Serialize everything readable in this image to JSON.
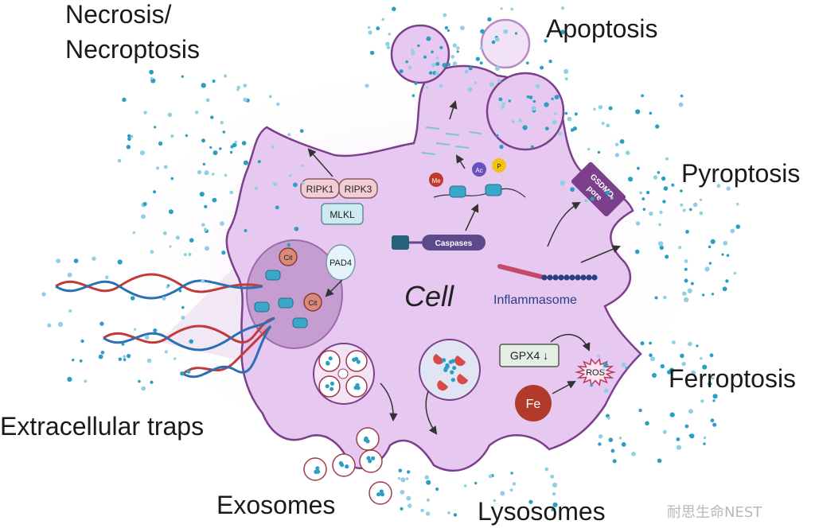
{
  "labels": {
    "necrosis_line1": "Necrosis/",
    "necrosis_line2": "Necroptosis",
    "apoptosis": "Apoptosis",
    "pyroptosis": "Pyroptosis",
    "ferroptosis": "Ferroptosis",
    "extracellular_traps": "Extracellular traps",
    "exosomes": "Exosomes",
    "lysosomes": "Lysosomes",
    "cell": "Cell"
  },
  "molecules": {
    "ripk1": "RIPK1",
    "ripk3": "RIPK3",
    "mlkl": "MLKL",
    "caspases": "Caspases",
    "pad4": "PAD4",
    "cit": "Cit",
    "gsdmd_line1": "GSDMD",
    "gsdmd_line2": "pore",
    "inflammasome": "Inflammasome",
    "gpx4": "GPX4 ↓",
    "ros": "ROS",
    "fe": "Fe",
    "me": "Me",
    "ac": "Ac",
    "p": "P"
  },
  "watermark": "耐思生命NEST",
  "colors": {
    "cell_fill": "#e6c8f0",
    "cell_stroke": "#7b3f8c",
    "dots": "#2b9fc2",
    "dots_light": "#8fd0e3",
    "caspase": "#5c4a8a",
    "ripk": "#f2cdd3",
    "mlkl": "#cdeaf2",
    "fe": "#b23a2b",
    "dna_red": "#c23a3a",
    "dna_blue": "#2b6fb5"
  }
}
